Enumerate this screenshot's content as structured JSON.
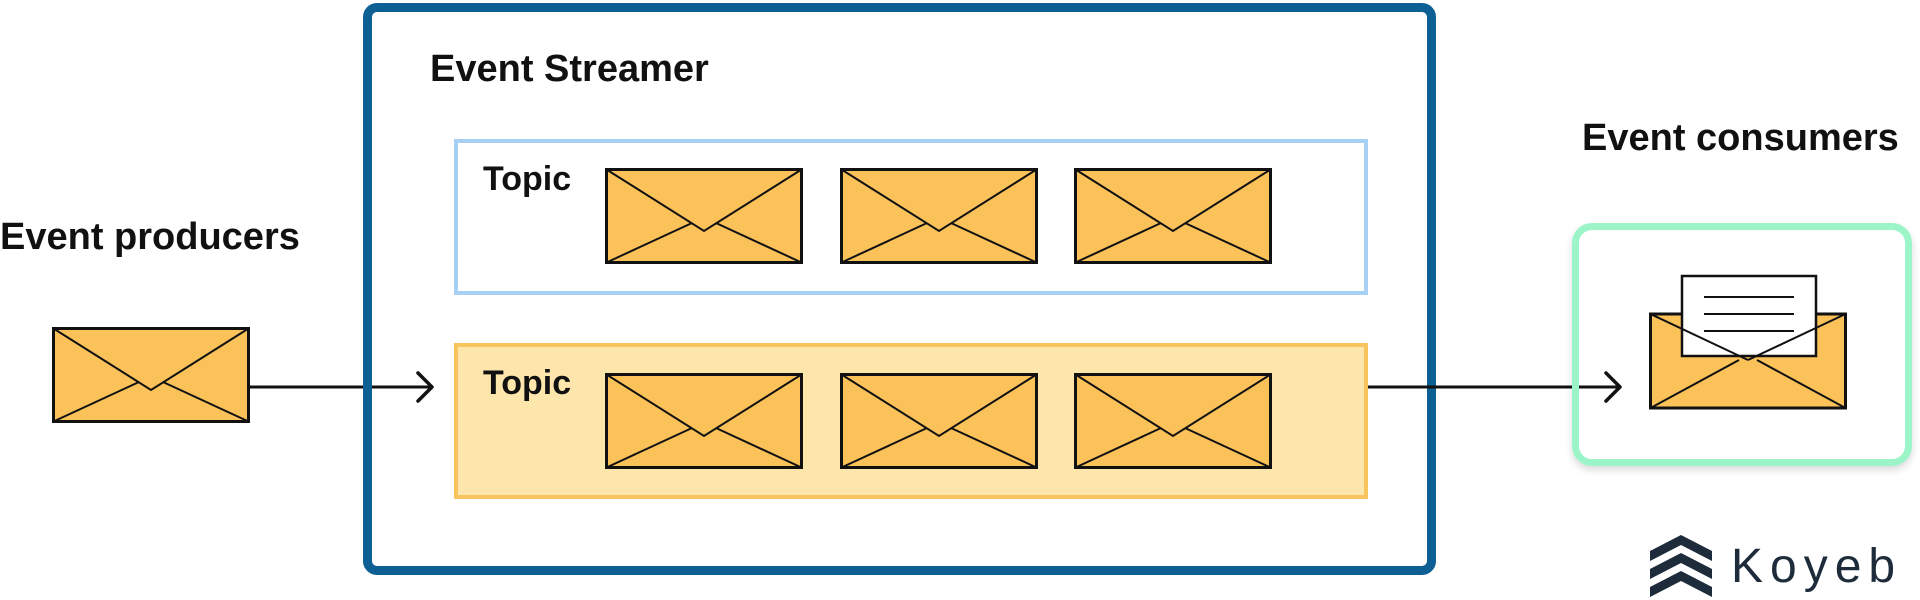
{
  "producers": {
    "title": "Event producers"
  },
  "streamer": {
    "title": "Event Streamer",
    "topics": [
      {
        "label": "Topic",
        "messages": 3,
        "highlighted": false
      },
      {
        "label": "Topic",
        "messages": 3,
        "highlighted": true
      }
    ]
  },
  "consumers": {
    "title": "Event consumers"
  },
  "brand": {
    "name": "Koyeb"
  },
  "colors": {
    "envelope_fill": "#fcc25a",
    "streamer_border": "#0e5f94",
    "topic_border": "#a8d0f5",
    "topic_highlight_fill": "#fde6ab",
    "topic_highlight_border": "#f7c45d",
    "consumer_border": "#9cf5c9",
    "brand": "#1d2b3a"
  },
  "icons": [
    "envelope-icon",
    "open-envelope-icon",
    "arrow-right-icon",
    "koyeb-logo-icon"
  ]
}
